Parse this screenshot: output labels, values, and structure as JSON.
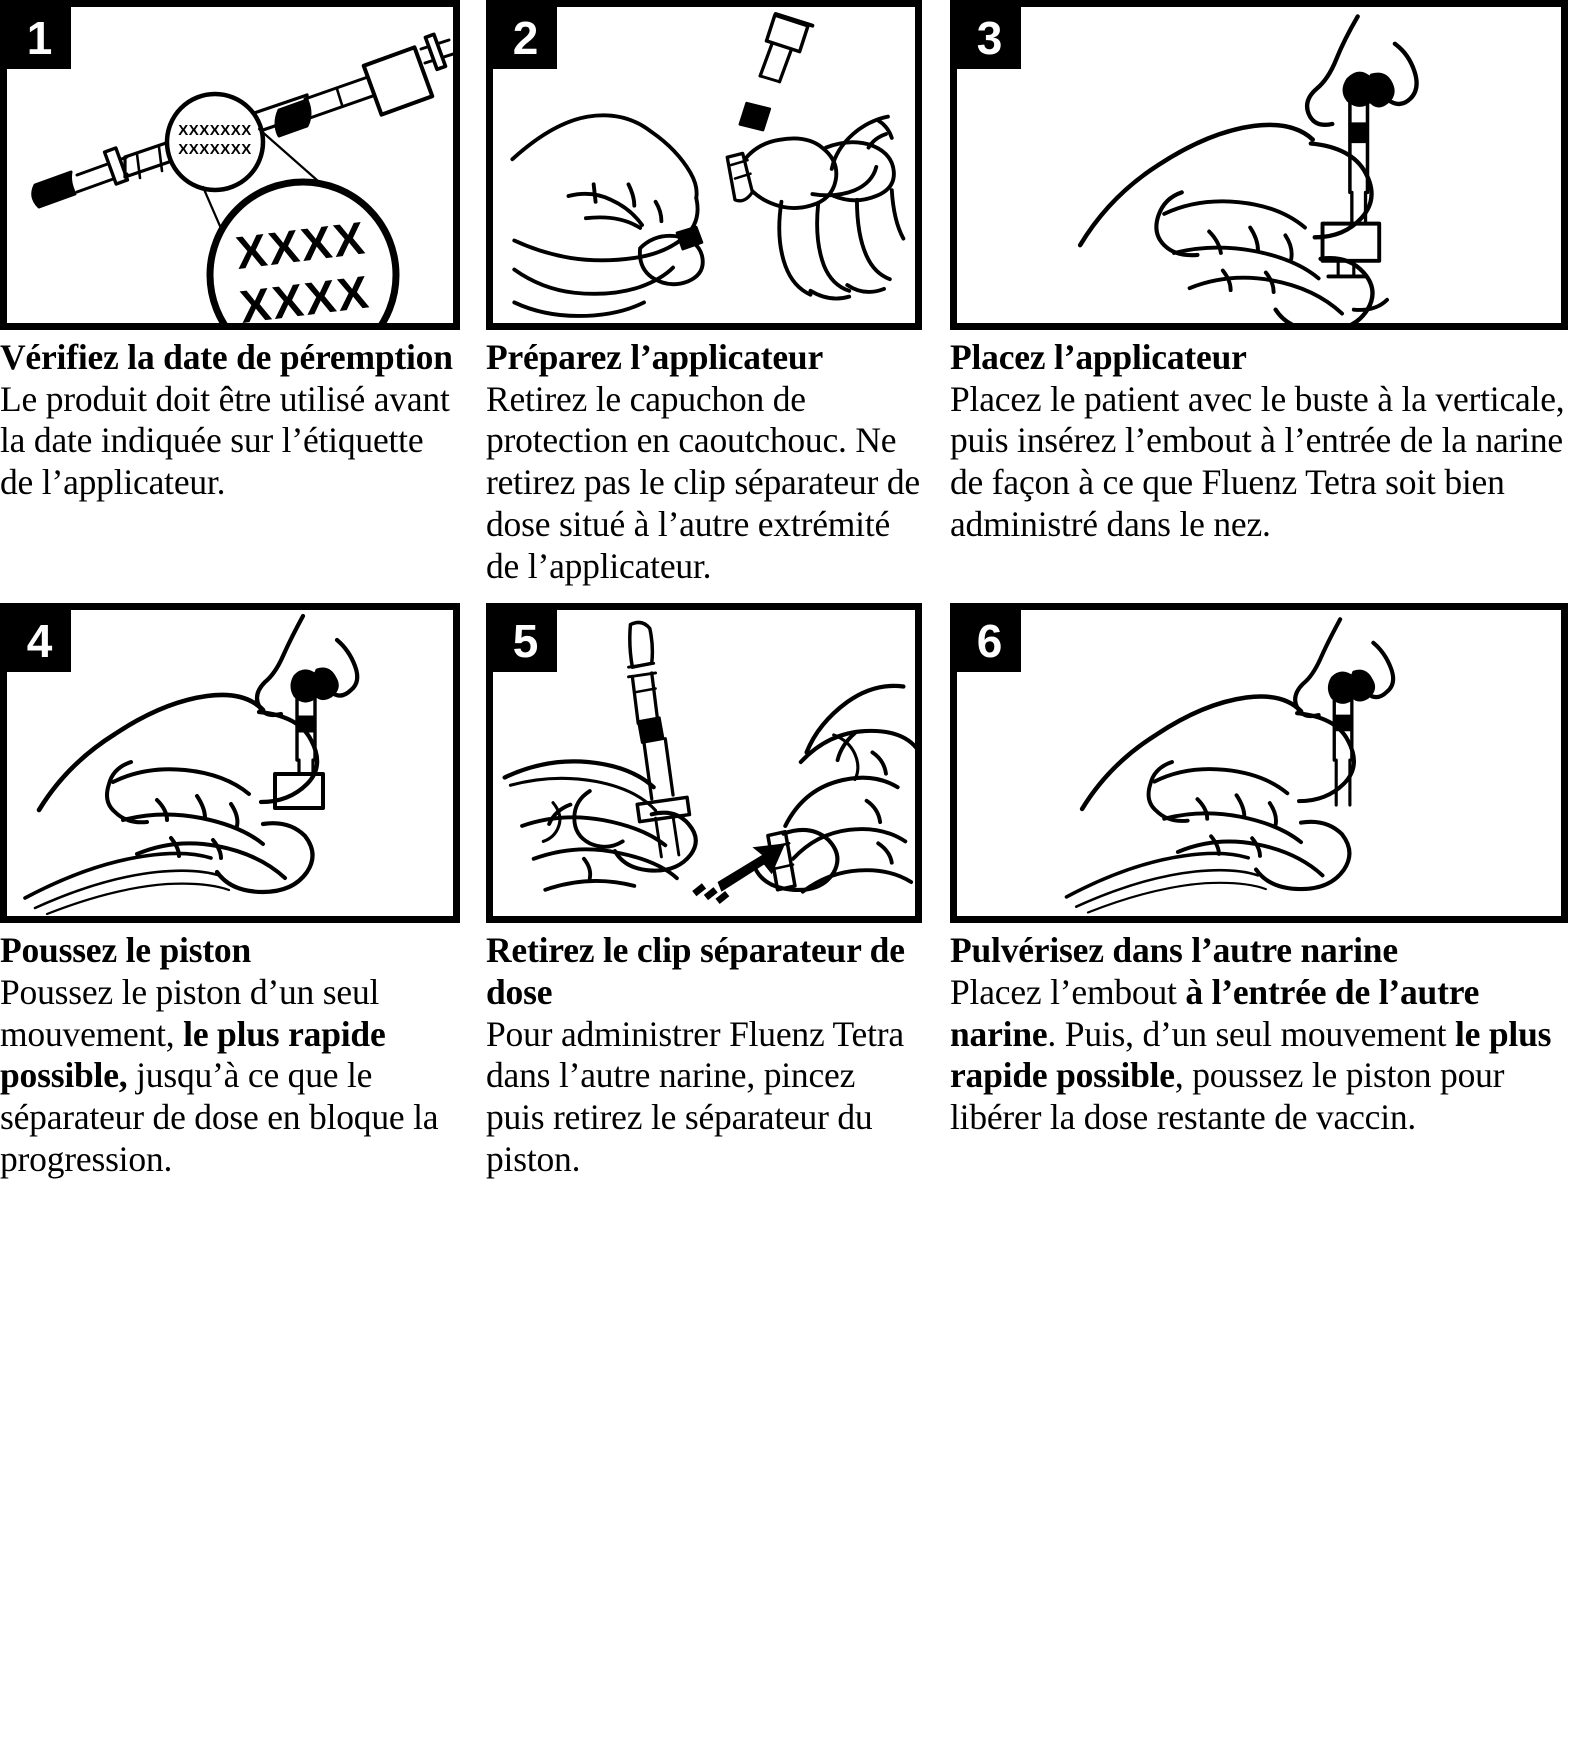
{
  "document": {
    "title": "Fluenz Tetra — mode d'emploi de l'applicateur nasal",
    "language": "fr",
    "product_name": "Fluenz Tetra",
    "panel_count": 6
  },
  "panels": [
    {
      "number": "1",
      "heading": "Vérifiez la date de péremption",
      "body_parts": [
        {
          "text": "Le produit doit être utilisé avant la date indiquée sur l’étiquette de l’applicateur.",
          "bold": false
        }
      ],
      "illustration": {
        "name": "applicator-with-magnified-expiry-date",
        "description": "Applicateur nasal avec loupe grossissant la date XXXX XXXX",
        "label_text": "XXXX XXXX"
      }
    },
    {
      "number": "2",
      "heading": "Préparez l’applicateur",
      "body_parts": [
        {
          "text": "Retirez le capuchon de protection en caoutchouc. Ne retirez pas le clip séparateur de dose situé à l’autre extrémité de l’applicateur.",
          "bold": false
        }
      ],
      "illustration": {
        "name": "two-hands-removing-rubber-cap",
        "description": "Deux mains retirant le capuchon de protection en caoutchouc"
      }
    },
    {
      "number": "3",
      "heading": "Placez l’applicateur",
      "body_parts": [
        {
          "text": "Placez le patient avec le buste à la verticale, puis insérez l’embout à l’entrée de la narine de façon à ce que Fluenz Tetra soit bien administré dans le nez.",
          "bold": false
        }
      ],
      "illustration": {
        "name": "hand-inserting-applicator-into-nostril",
        "description": "Main insérant l’embout de l’applicateur à l’entrée de la narine"
      }
    },
    {
      "number": "4",
      "heading": "Poussez le piston",
      "body_parts": [
        {
          "text": "Poussez le piston d’un seul mouvement, ",
          "bold": false
        },
        {
          "text": "le plus rapide possible,",
          "bold": true
        },
        {
          "text": " jusqu’à ce que le séparateur de dose en bloque la progression.",
          "bold": false
        }
      ],
      "illustration": {
        "name": "hand-pushing-plunger-into-nostril",
        "description": "Main poussant le piston de l’applicateur placé dans la narine"
      }
    },
    {
      "number": "5",
      "heading": "Retirez le clip séparateur de dose",
      "body_parts": [
        {
          "text": "Pour administrer Fluenz Tetra dans l’autre narine, pincez puis retirez le séparateur du piston.",
          "bold": false
        }
      ],
      "illustration": {
        "name": "hands-removing-dose-divider-clip",
        "description": "Deux mains pinçant et retirant le clip séparateur de dose, flèche de mouvement",
        "has_motion_arrow": true
      }
    },
    {
      "number": "6",
      "heading": "Pulvérisez dans l’autre narine",
      "body_parts": [
        {
          "text": "Placez l’embout ",
          "bold": false
        },
        {
          "text": "à l’entrée de l’autre narine",
          "bold": true
        },
        {
          "text": ". Puis, d’un seul mouvement ",
          "bold": false
        },
        {
          "text": "le plus rapide possible",
          "bold": true
        },
        {
          "text": ", poussez le piston pour libérer la dose restante de vaccin.",
          "bold": false
        }
      ],
      "illustration": {
        "name": "hand-spraying-into-other-nostril",
        "description": "Main pulvérisant la dose restante dans l’autre narine"
      }
    }
  ],
  "colors": {
    "ink": "#000000",
    "paper": "#ffffff"
  }
}
